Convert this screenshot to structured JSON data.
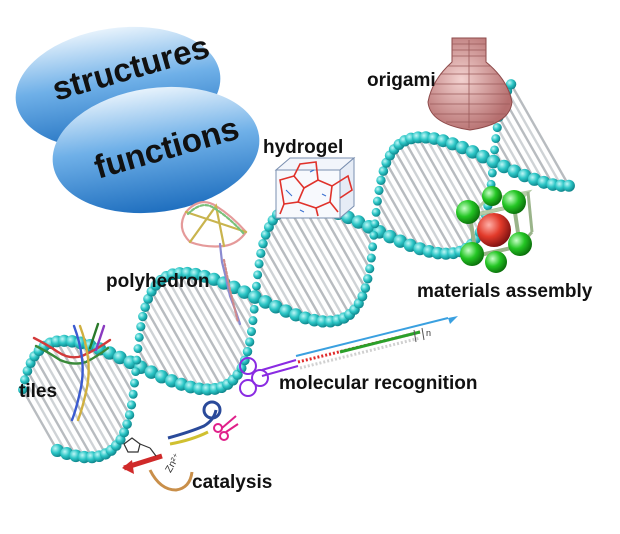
{
  "ovals": {
    "top": "structures",
    "bottom": "functions"
  },
  "labels": {
    "origami": "origami",
    "hydrogel": "hydrogel",
    "polyhedron": "polyhedron",
    "materials_assembly": "materials assembly",
    "molecular_recognition": "molecular recognition",
    "tiles": "tiles",
    "catalysis": "catalysis"
  },
  "inset_text": {
    "sequence_index": "n",
    "metal_ion": "Zn²⁺"
  },
  "colors": {
    "backbone_bead": "#2cc6c6",
    "oval": "#3d8fd6",
    "origami": "#c98f8f",
    "hydrogel_net": "#e0322b",
    "polyhedron_strand": "#c9b44e",
    "material_sphere": "#22c322",
    "recognition_purple": "#8a2be2"
  },
  "icons": {
    "scissors": "scissors-icon",
    "arrow": "arrow-icon"
  }
}
